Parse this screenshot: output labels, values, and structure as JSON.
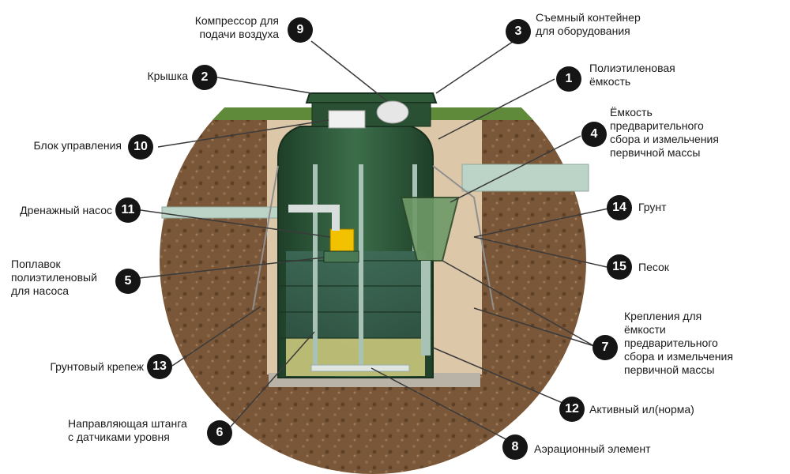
{
  "labels": [
    {
      "num": "1",
      "lines": [
        "Полиэтиленовая",
        "ёмкость"
      ]
    },
    {
      "num": "2",
      "lines": [
        "Крышка"
      ]
    },
    {
      "num": "3",
      "lines": [
        "Съемный контейнер",
        "для  оборудования"
      ]
    },
    {
      "num": "4",
      "lines": [
        "Ёмкость",
        "предварительного",
        "сбора и измельчения",
        "первичной массы"
      ]
    },
    {
      "num": "5",
      "lines": [
        "Поплавок",
        "полиэтиленовый",
        "для насоса"
      ]
    },
    {
      "num": "6",
      "lines": [
        "Направляющая штанга",
        "с датчиками уровня"
      ]
    },
    {
      "num": "7",
      "lines": [
        "Крепления для",
        "ёмкости",
        "предварительного",
        "сбора и измельчения",
        "первичной массы"
      ]
    },
    {
      "num": "8",
      "lines": [
        "Аэрационный элемент"
      ]
    },
    {
      "num": "9",
      "lines": [
        "Компрессор для",
        "подачи воздуха"
      ]
    },
    {
      "num": "10",
      "lines": [
        "Блок управления"
      ]
    },
    {
      "num": "11",
      "lines": [
        "Дренажный насос"
      ]
    },
    {
      "num": "12",
      "lines": [
        "Активный ил(норма)"
      ]
    },
    {
      "num": "13",
      "lines": [
        "Грунтовый крепеж"
      ]
    },
    {
      "num": "14",
      "lines": [
        "Грунт"
      ]
    },
    {
      "num": "15",
      "lines": [
        "Песок"
      ]
    }
  ],
  "colors": {
    "soil": "#7a5738",
    "sand": "#dcc7a8",
    "grass": "#5f8a3a",
    "tank": "#2f5a3a",
    "sludge": "#c9c67a",
    "badge": "#151515"
  }
}
